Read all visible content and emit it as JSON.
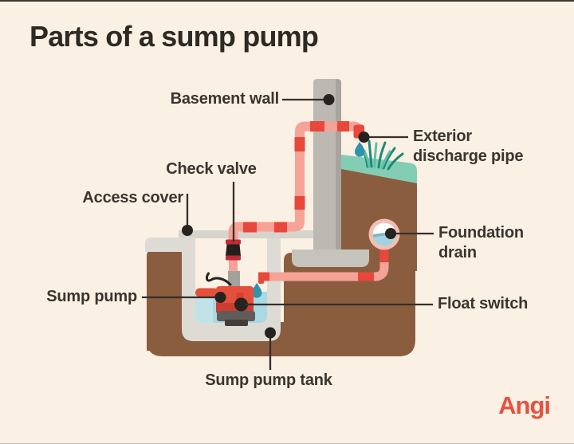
{
  "title": "Parts of a sump pump",
  "brand": "Angi",
  "labels": {
    "basement_wall": "Basement wall",
    "check_valve": "Check valve",
    "access_cover": "Access cover",
    "sump_pump": "Sump pump",
    "sump_pump_tank": "Sump pump tank",
    "exterior_discharge_pipe": "Exterior discharge pipe",
    "foundation_drain": "Foundation drain",
    "float_switch": "Float switch"
  },
  "diagram_parts": [
    "Basement wall",
    "Exterior discharge pipe",
    "Check valve",
    "Access cover",
    "Foundation drain",
    "Sump pump",
    "Float switch",
    "Sump pump tank"
  ],
  "palette": {
    "background": "#FAF0E3",
    "title_text": "#2D2925",
    "label_text": "#3A3530",
    "leader_line": "#33302C",
    "leader_dot": "#26231F",
    "soil_brown": "#8B5D3F",
    "grass_teal": "#84CDB5",
    "grass_blade_dark": "#1E8A76",
    "grass_blade_light": "#5FBFA8",
    "wall_gray": "#BCB9B3",
    "wall_gray_dark": "#A8A5A0",
    "concrete_gray": "#DEDBD5",
    "cover_gray": "#D7D4CE",
    "footing_gray": "#C6C3BD",
    "pipe_pink": "#F6A297",
    "pipe_red": "#E8473B",
    "valve_dark_red": "#C12B36",
    "valve_black": "#241F1C",
    "water_blue": "#AAD8E3",
    "water_blue_light": "#C0E3EA",
    "droplet_teal": "#2E93AB",
    "pump_red": "#E5503C",
    "pump_dark_red": "#CB3D2F",
    "pump_base_gray": "#605C58",
    "drain_ring_pink": "#F3BEB3",
    "brand_red": "#E8503F"
  }
}
